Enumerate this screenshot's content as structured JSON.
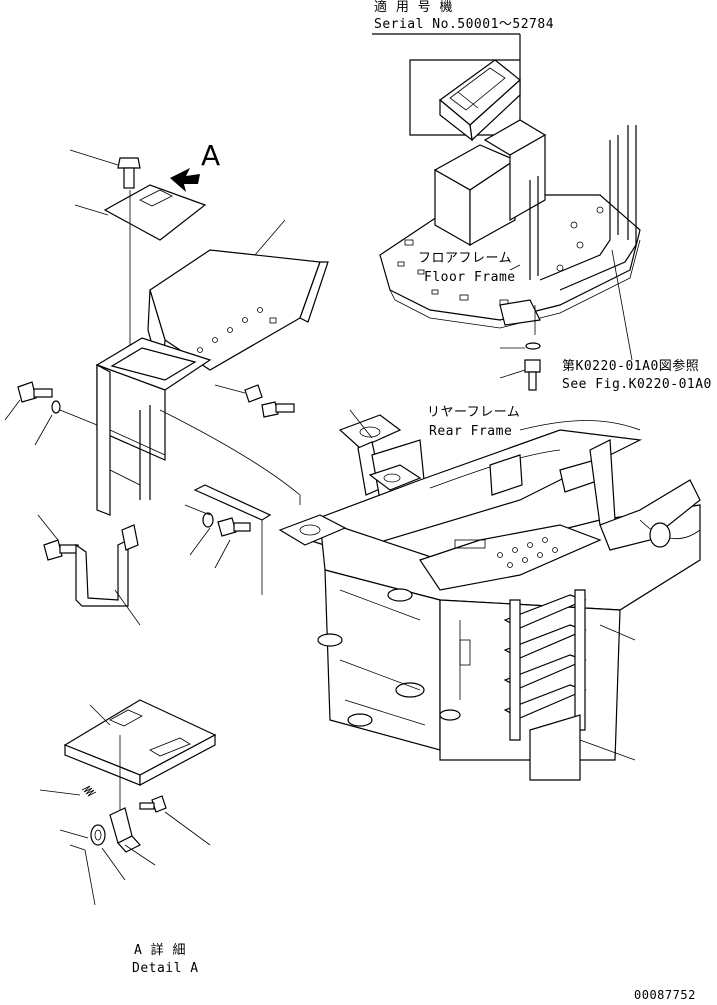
{
  "labels": {
    "applicable_serial_jp": "適 用 号 機",
    "applicable_serial_en": "Serial No.50001～52784",
    "view_arrow": "A",
    "floor_frame_jp": "フロアフレーム",
    "floor_frame_en": "Floor Frame",
    "see_fig_jp": "第K0220-01A0図参照",
    "see_fig_en": "See Fig.K0220-01A0",
    "rear_frame_jp": "リヤーフレーム",
    "rear_frame_en": "Rear Frame",
    "detail_jp": "A 詳 細",
    "detail_en": "Detail A",
    "drawing_number": "00087752"
  }
}
